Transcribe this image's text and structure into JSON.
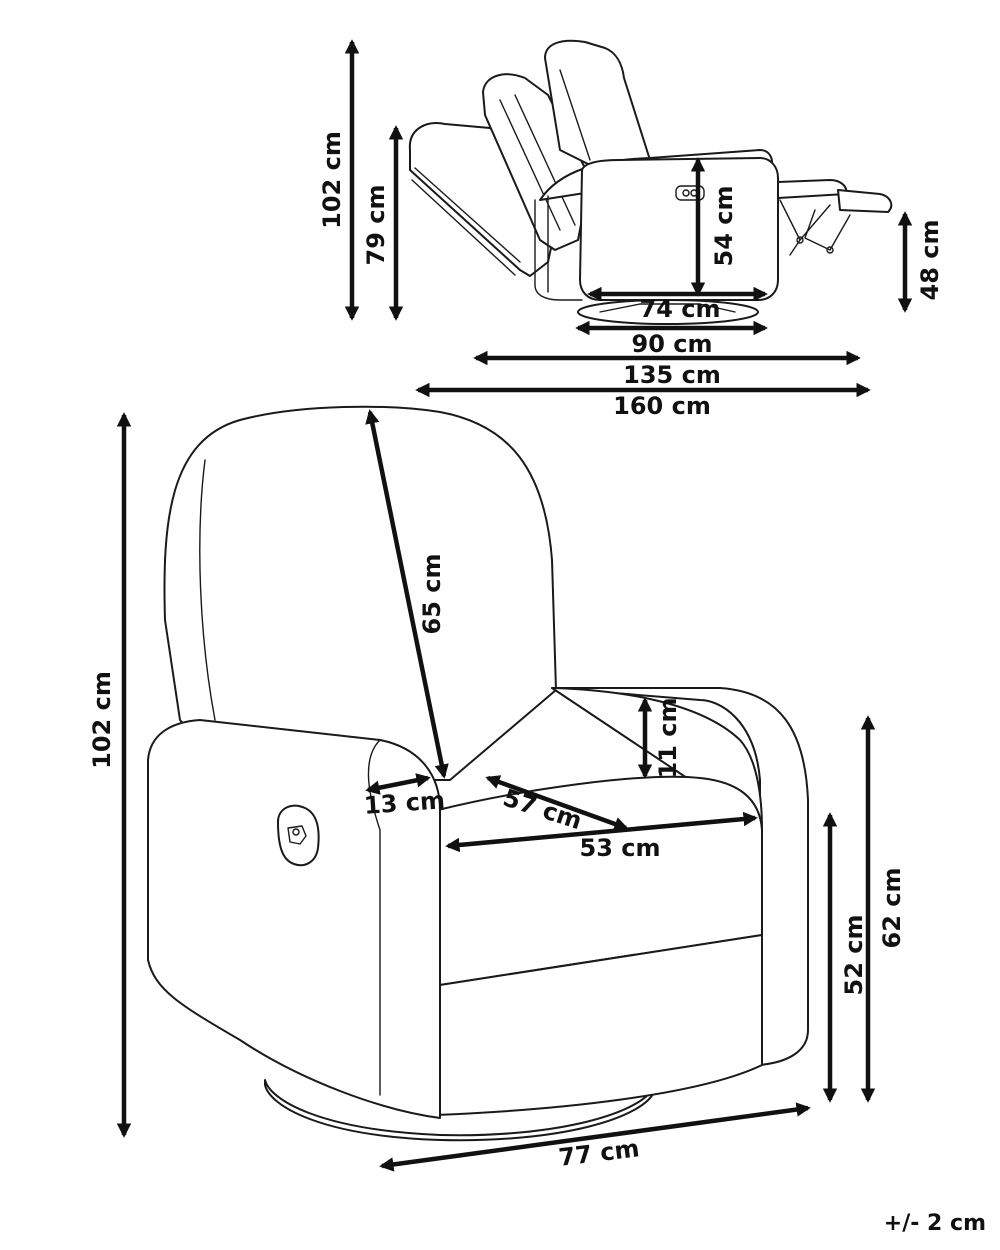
{
  "dimensions": {
    "side_total_height": "102 cm",
    "side_back_height": "79 cm",
    "side_arm_height": "54 cm",
    "side_footrest_height": "48 cm",
    "side_base_width": "74 cm",
    "side_depth_upright": "90 cm",
    "side_depth_mid": "135 cm",
    "side_depth_reclined": "160 cm",
    "front_total_height": "102 cm",
    "front_back_length": "65 cm",
    "front_arm_above_seat": "11 cm",
    "front_arm_width": "13 cm",
    "front_seat_depth": "57 cm",
    "front_seat_width": "53 cm",
    "front_arm_height": "62 cm",
    "front_seat_height": "52 cm",
    "front_total_width": "77 cm"
  },
  "tolerance": "+/- 2 cm",
  "colors": {
    "line": "#111111",
    "background": "#ffffff"
  }
}
